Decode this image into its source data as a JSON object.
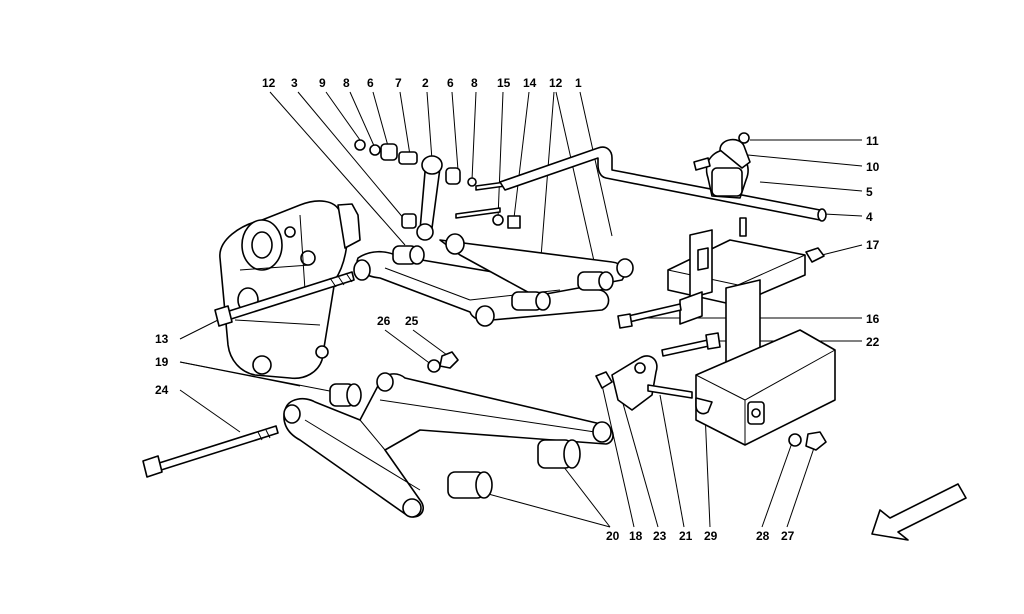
{
  "callouts": [
    "12",
    "3",
    "9",
    "8",
    "6",
    "7",
    "2",
    "6",
    "8",
    "15",
    "14",
    "12",
    "1",
    "11",
    "10",
    "5",
    "4",
    "17",
    "16",
    "22",
    "13",
    "26",
    "25",
    "19",
    "24",
    "20",
    "18",
    "23",
    "21",
    "29",
    "28",
    "27"
  ],
  "colors": {
    "ink": "#000000",
    "paper": "#ffffff"
  },
  "icons": {
    "direction": "arrow-down-left-icon"
  }
}
